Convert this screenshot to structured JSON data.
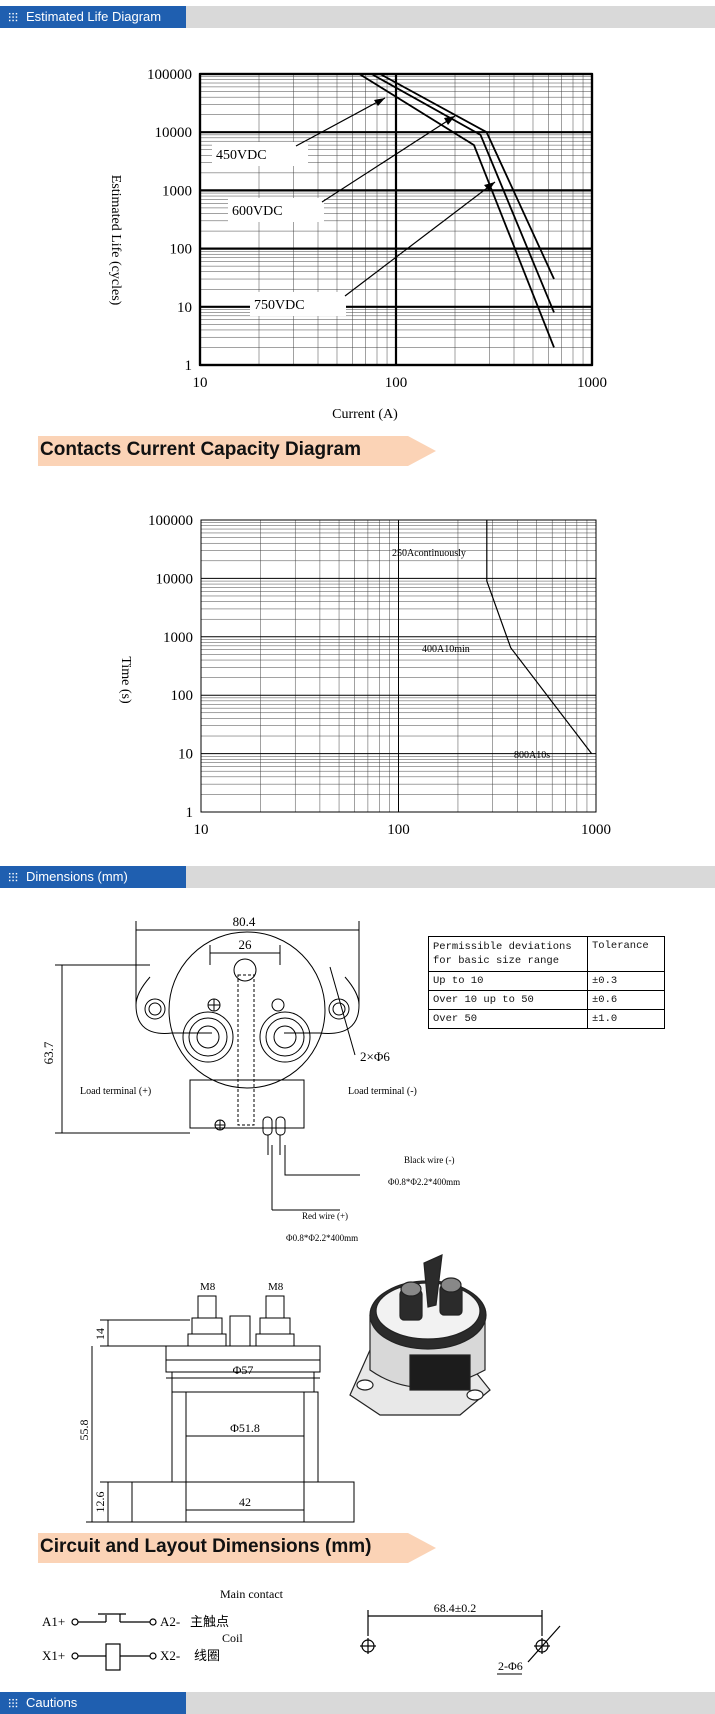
{
  "sections": {
    "life": "Estimated Life Diagram",
    "capacity": "Contacts Current Capacity Diagram",
    "dimensions": "Dimensions (mm)",
    "circuit": "Circuit and Layout Dimensions (mm)",
    "cautions": "Cautions"
  },
  "colors": {
    "section_tab": "#1f5fb0",
    "section_bar": "#d9d9d9",
    "banner": "#fbd3b6"
  },
  "icons": {
    "section": "grid-icon"
  },
  "chart_data": [
    {
      "type": "line",
      "xlabel": "Current (A)",
      "ylabel": "Estimated Life (cycles)",
      "x_scale": "log",
      "y_scale": "log",
      "xlim": [
        10,
        1000
      ],
      "ylim": [
        1,
        100000
      ],
      "xticks": [
        "10",
        "100",
        "1000"
      ],
      "yticks": [
        "100000",
        "10000",
        "1000",
        "100",
        "10",
        "1"
      ],
      "grid": true,
      "series": [
        {
          "name": "450VDC",
          "x": [
            83,
            290,
            640
          ],
          "y": [
            100000,
            10000,
            30
          ]
        },
        {
          "name": "600VDC",
          "x": [
            75,
            270,
            640
          ],
          "y": [
            100000,
            9000,
            8
          ]
        },
        {
          "name": "750VDC",
          "x": [
            65,
            250,
            640
          ],
          "y": [
            100000,
            6000,
            2
          ]
        }
      ]
    },
    {
      "type": "line",
      "ylabel": "Time (s)",
      "x_scale": "log",
      "y_scale": "log",
      "xlim": [
        10,
        1000
      ],
      "ylim": [
        1,
        100000
      ],
      "xticks": [
        "10",
        "100",
        "1000"
      ],
      "yticks": [
        "100000",
        "10000",
        "1000",
        "100",
        "10",
        "1"
      ],
      "grid": true,
      "annotations": [
        "250Acontinuously",
        "400A10min",
        "800A10s"
      ],
      "series": [
        {
          "x": [
            280,
            280,
            370,
            950
          ],
          "y": [
            100000,
            9000,
            650,
            10
          ]
        }
      ]
    }
  ],
  "dimensions": {
    "top_width": "80.4",
    "inner_width": "26",
    "height": "63.7",
    "holes": "2×Φ6",
    "load_pos": "Load terminal  (+)",
    "load_neg": "Load terminal  (-)",
    "black_wire": "Black wire (-)",
    "black_wire_spec": "Φ0.8*Φ2.2*400mm",
    "red_wire": "Red wire (+)",
    "red_wire_spec": "Φ0.8*Φ2.2*400mm",
    "m8_left": "M8",
    "m8_right": "M8",
    "d14": "14",
    "phi57": "Φ57",
    "phi51": "Φ51.8",
    "h55": "55.8",
    "h12": "12.6",
    "w42": "42"
  },
  "tolerance_table": {
    "headers": [
      "Permissible deviations for basic size range",
      "Tolerance"
    ],
    "rows": [
      [
        "Up to 10",
        "±0.3"
      ],
      [
        "Over 10 up to 50",
        "±0.6"
      ],
      [
        "Over 50",
        "±1.0"
      ]
    ]
  },
  "circuit": {
    "main_contact": "Main contact",
    "coil": "Coil",
    "a1": "A1+",
    "a2": "A2-",
    "a2_cn": "主触点",
    "x1": "X1+",
    "x2": "X2-",
    "x2_cn": "线圈",
    "spacing": "68.4±0.2",
    "holes": "2-Φ6"
  }
}
